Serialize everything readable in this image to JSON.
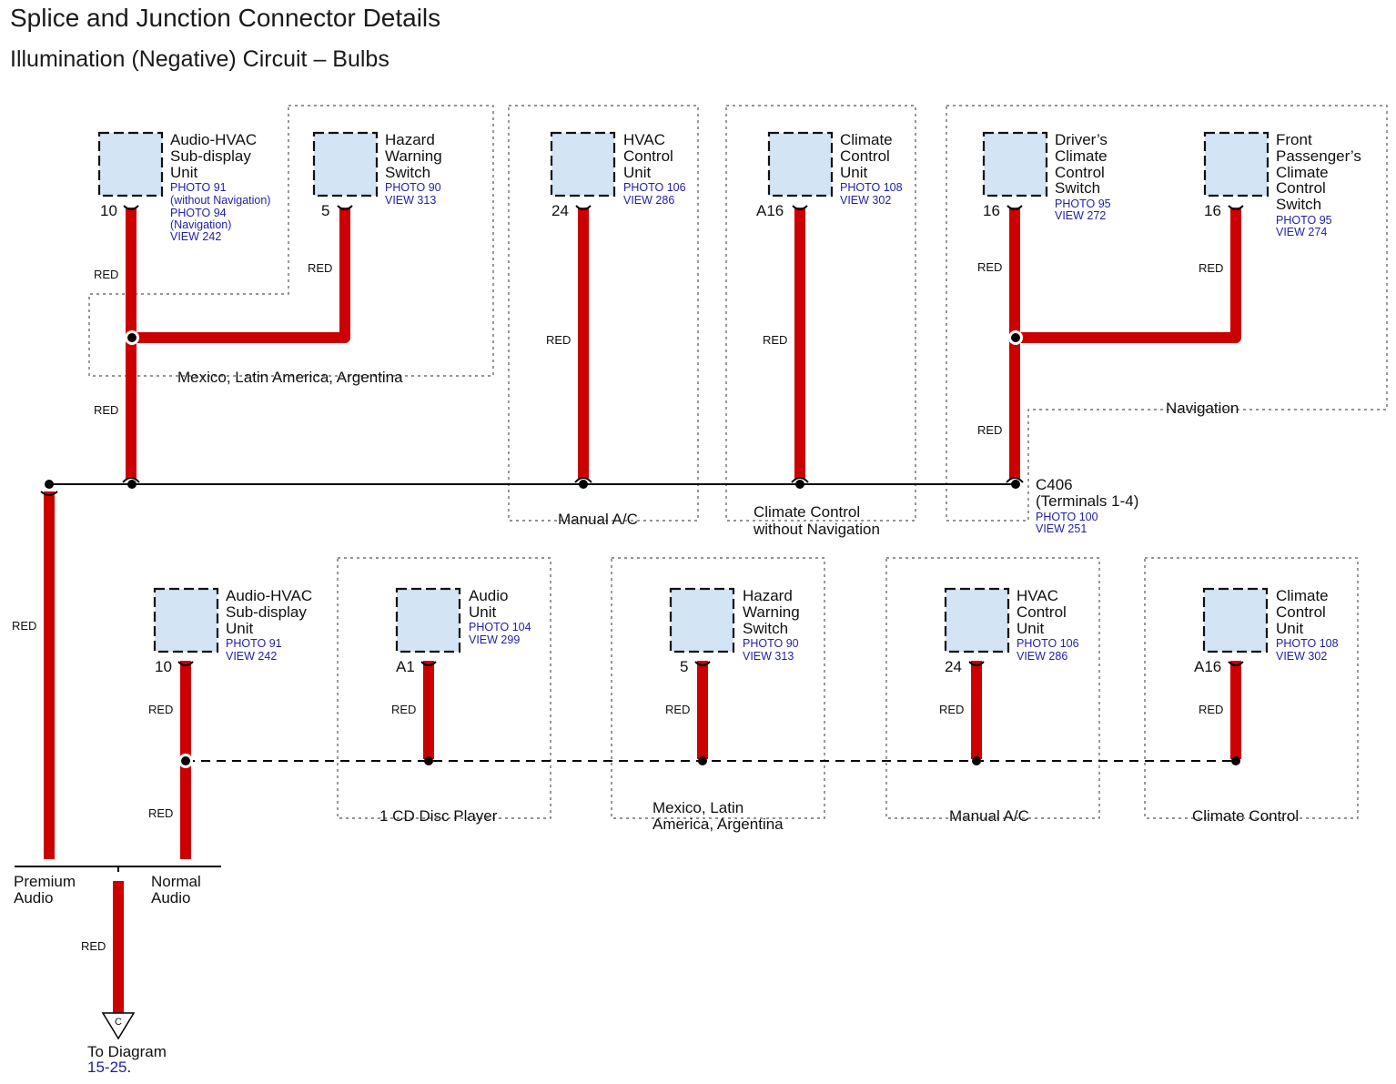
{
  "title": "Splice and Junction Connector Details",
  "subtitle": "Illumination (Negative) Circuit – Bulbs",
  "colors": {
    "wire": "#cc0000",
    "component_fill": "#d3e4f5",
    "reference_text": "#1f1fa8",
    "line": "#000000"
  },
  "top_components": [
    {
      "id": "audio-hvac-top",
      "name": [
        "Audio-HVAC",
        "Sub-display",
        "Unit"
      ],
      "refs": [
        "PHOTO 91",
        "(without Navigation)",
        "PHOTO 94",
        "(Navigation)",
        "VIEW 242"
      ],
      "pin": "10",
      "wire": "RED"
    },
    {
      "id": "hazard-top",
      "name": [
        "Hazard",
        "Warning",
        "Switch"
      ],
      "refs": [
        "PHOTO 90",
        "VIEW 313"
      ],
      "pin": "5",
      "wire": "RED"
    },
    {
      "id": "hvac-top",
      "name": [
        "HVAC",
        "Control",
        "Unit"
      ],
      "refs": [
        "PHOTO 106",
        "VIEW 286"
      ],
      "pin": "24",
      "wire": "RED"
    },
    {
      "id": "climate-top",
      "name": [
        "Climate",
        "Control",
        "Unit"
      ],
      "refs": [
        "PHOTO 108",
        "VIEW 302"
      ],
      "pin": "A16",
      "wire": "RED"
    },
    {
      "id": "driver-top",
      "name": [
        "Driver’s",
        "Climate",
        "Control",
        "Switch"
      ],
      "refs": [
        "PHOTO 95",
        "VIEW 272"
      ],
      "pin": "16",
      "wire": "RED"
    },
    {
      "id": "passenger-top",
      "name": [
        "Front",
        "Passenger’s",
        "Climate",
        "Control",
        "Switch"
      ],
      "refs": [
        "PHOTO 95",
        "VIEW 274"
      ],
      "pin": "16",
      "wire": "RED"
    }
  ],
  "top_extra_wire_labels": {
    "audio_lower": "RED",
    "nav_lower": "RED"
  },
  "top_groups": {
    "mexico": "Mexico, Latin America, Argentina",
    "manual_ac": "Manual A/C",
    "climate_no_nav": [
      "Climate Control",
      "without Navigation"
    ],
    "navigation": "Navigation"
  },
  "connector": {
    "name": "C406",
    "terminals": "(Terminals 1-4)",
    "refs": [
      "PHOTO 100",
      "VIEW 251"
    ]
  },
  "left_wire_label": "RED",
  "bottom_components": [
    {
      "id": "audio-hvac-bottom",
      "name": [
        "Audio-HVAC",
        "Sub-display",
        "Unit"
      ],
      "refs": [
        "PHOTO 91",
        "VIEW 242"
      ],
      "pin": "10",
      "wire": "RED"
    },
    {
      "id": "audio-unit",
      "name": [
        "Audio",
        "Unit"
      ],
      "refs": [
        "PHOTO 104",
        "VIEW 299"
      ],
      "pin": "A1",
      "wire": "RED"
    },
    {
      "id": "hazard-bottom",
      "name": [
        "Hazard",
        "Warning",
        "Switch"
      ],
      "refs": [
        "PHOTO 90",
        "VIEW 313"
      ],
      "pin": "5",
      "wire": "RED"
    },
    {
      "id": "hvac-bottom",
      "name": [
        "HVAC",
        "Control",
        "Unit"
      ],
      "refs": [
        "PHOTO 106",
        "VIEW 286"
      ],
      "pin": "24",
      "wire": "RED"
    },
    {
      "id": "climate-bottom",
      "name": [
        "Climate",
        "Control",
        "Unit"
      ],
      "refs": [
        "PHOTO 108",
        "VIEW 302"
      ],
      "pin": "A16",
      "wire": "RED"
    }
  ],
  "bottom_extra_wire_label": "RED",
  "bottom_groups": {
    "cd_player": "1 CD Disc Player",
    "mexico": [
      "Mexico, Latin",
      "America, Argentina"
    ],
    "manual_ac": "Manual A/C",
    "climate_control": "Climate Control"
  },
  "audio_options": {
    "premium": [
      "Premium",
      "Audio"
    ],
    "normal": [
      "Normal",
      "Audio"
    ]
  },
  "output_wire_label": "RED",
  "to_diagram": {
    "symbol": "C",
    "label": "To Diagram",
    "ref": "15-25",
    "suffix": "."
  }
}
